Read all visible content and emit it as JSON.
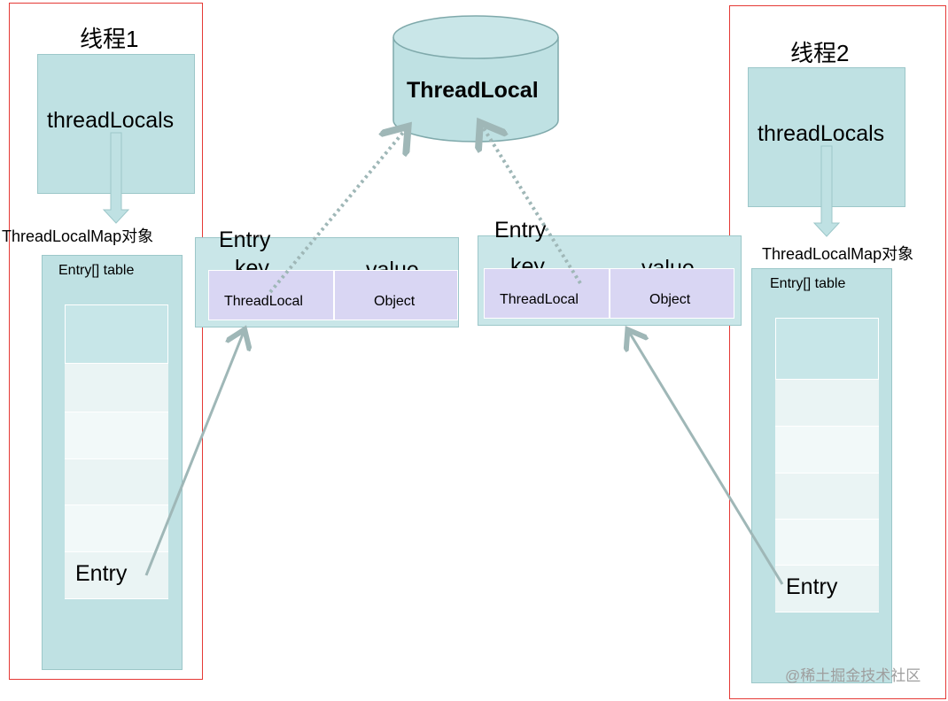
{
  "thread1": {
    "title": "线程1",
    "thread_locals": "threadLocals",
    "map_label": "ThreadLocalMap对象",
    "table_label": "Entry[] table",
    "entry_label": "Entry"
  },
  "thread2": {
    "title": "线程2",
    "thread_locals": "threadLocals",
    "map_label": "ThreadLocalMap对象",
    "table_label": "Entry[] table",
    "entry_label": "Entry"
  },
  "shared": {
    "title": "ThreadLocal"
  },
  "entry_left": {
    "title": "Entry",
    "key_header": "key",
    "value_header": "value",
    "key_cell": "ThreadLocal",
    "value_cell": "Object"
  },
  "entry_right": {
    "title": "Entry",
    "key_header": "key",
    "value_header": "value",
    "key_cell": "ThreadLocal",
    "value_cell": "Object"
  },
  "watermark": "@稀土掘金技术社区",
  "colors": {
    "frame": "#e53935",
    "teal": "#bfe1e3",
    "kv": "#d9d6f3",
    "arrow": "#9fb7b7"
  }
}
